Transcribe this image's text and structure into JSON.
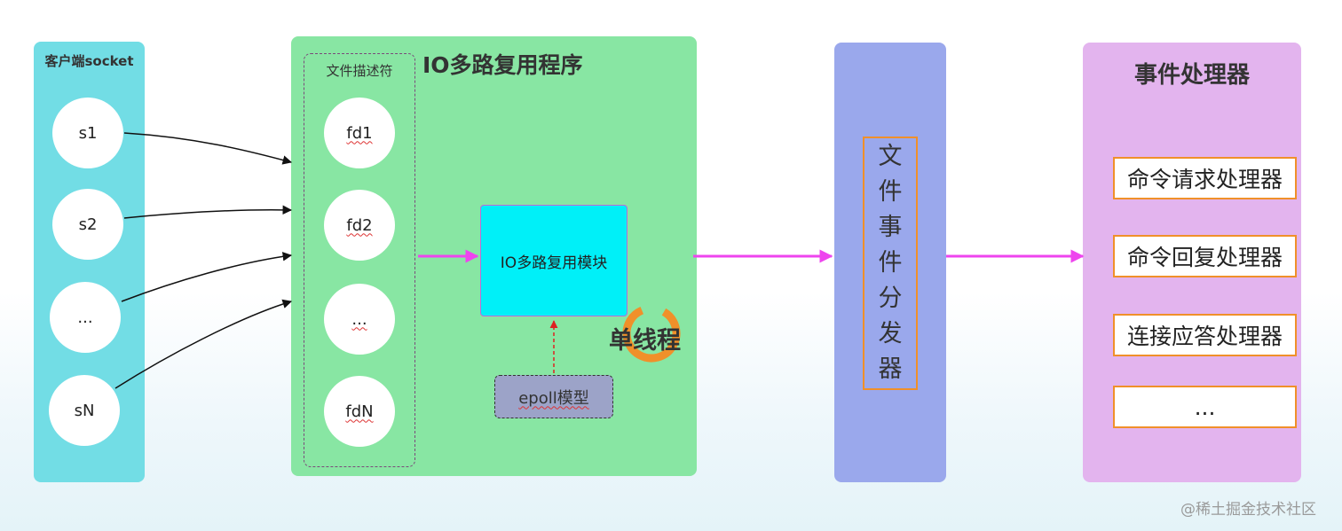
{
  "client": {
    "title": "客户端socket",
    "sockets": [
      "s1",
      "s2",
      "...",
      "sN"
    ]
  },
  "io_program": {
    "title": "IO多路复用程序",
    "fd_title": "文件描述符",
    "fds": [
      "fd1",
      "fd2",
      "...",
      "fdN"
    ],
    "module_label": "IO多路复用模块",
    "epoll_label": "epoll模型",
    "single_thread_label": "单线程"
  },
  "dispatcher": {
    "chars": [
      "文",
      "件",
      "事",
      "件",
      "分",
      "发",
      "器"
    ]
  },
  "handlers": {
    "title": "事件处理器",
    "items": [
      "命令请求处理器",
      "命令回复处理器",
      "连接应答处理器",
      "..."
    ]
  },
  "watermark": "@稀土掘金技术社区",
  "colors": {
    "client_panel": "#72dde5",
    "io_panel": "#88e6a3",
    "dispatcher_panel": "#9aa8ec",
    "handler_panel": "#e3b4ee",
    "module_fill": "#00f0f8",
    "flow_arrow": "#ee44ee",
    "highlight_border": "#f0902a"
  }
}
